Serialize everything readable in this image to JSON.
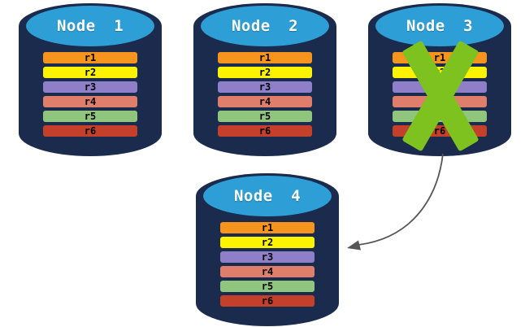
{
  "canvas": {
    "background": "#FFFFFF"
  },
  "styles": {
    "cylinder_body": "#1B2B4D",
    "cylinder_top": "#2E9FD6",
    "title_color": "#FFFFFF",
    "bar_text_color": "#000000"
  },
  "nodes": [
    {
      "id": "node-1",
      "title": "Node 1",
      "failed": false,
      "replicas": [
        {
          "label": "r1",
          "color": "#F7941E"
        },
        {
          "label": "r2",
          "color": "#FDF300"
        },
        {
          "label": "r3",
          "color": "#8F7FC8"
        },
        {
          "label": "r4",
          "color": "#DF7E6A"
        },
        {
          "label": "r5",
          "color": "#90C57D"
        },
        {
          "label": "r6",
          "color": "#C5402B"
        }
      ]
    },
    {
      "id": "node-2",
      "title": "Node 2",
      "failed": false,
      "replicas": [
        {
          "label": "r1",
          "color": "#F7941E"
        },
        {
          "label": "r2",
          "color": "#FDF300"
        },
        {
          "label": "r3",
          "color": "#8F7FC8"
        },
        {
          "label": "r4",
          "color": "#DF7E6A"
        },
        {
          "label": "r5",
          "color": "#90C57D"
        },
        {
          "label": "r6",
          "color": "#C5402B"
        }
      ]
    },
    {
      "id": "node-3",
      "title": "Node 3",
      "failed": true,
      "replicas": [
        {
          "label": "r1",
          "color": "#F7941E"
        },
        {
          "label": "r2",
          "color": "#FDF300"
        },
        {
          "label": "r3",
          "color": "#8F7FC8"
        },
        {
          "label": "r4",
          "color": "#DF7E6A"
        },
        {
          "label": "r5",
          "color": "#90C57D"
        },
        {
          "label": "r6",
          "color": "#C5402B"
        }
      ]
    },
    {
      "id": "node-4",
      "title": "Node 4",
      "failed": false,
      "replicas": [
        {
          "label": "r1",
          "color": "#F7941E"
        },
        {
          "label": "r2",
          "color": "#FDF300"
        },
        {
          "label": "r3",
          "color": "#8F7FC8"
        },
        {
          "label": "r4",
          "color": "#DF7E6A"
        },
        {
          "label": "r5",
          "color": "#90C57D"
        },
        {
          "label": "r6",
          "color": "#C5402B"
        }
      ]
    }
  ],
  "failure_mark": {
    "node": "Node 3",
    "color": "#7DC21E"
  },
  "arrow": {
    "from": "Node 3",
    "to": "Node 4",
    "color": "#565656"
  }
}
